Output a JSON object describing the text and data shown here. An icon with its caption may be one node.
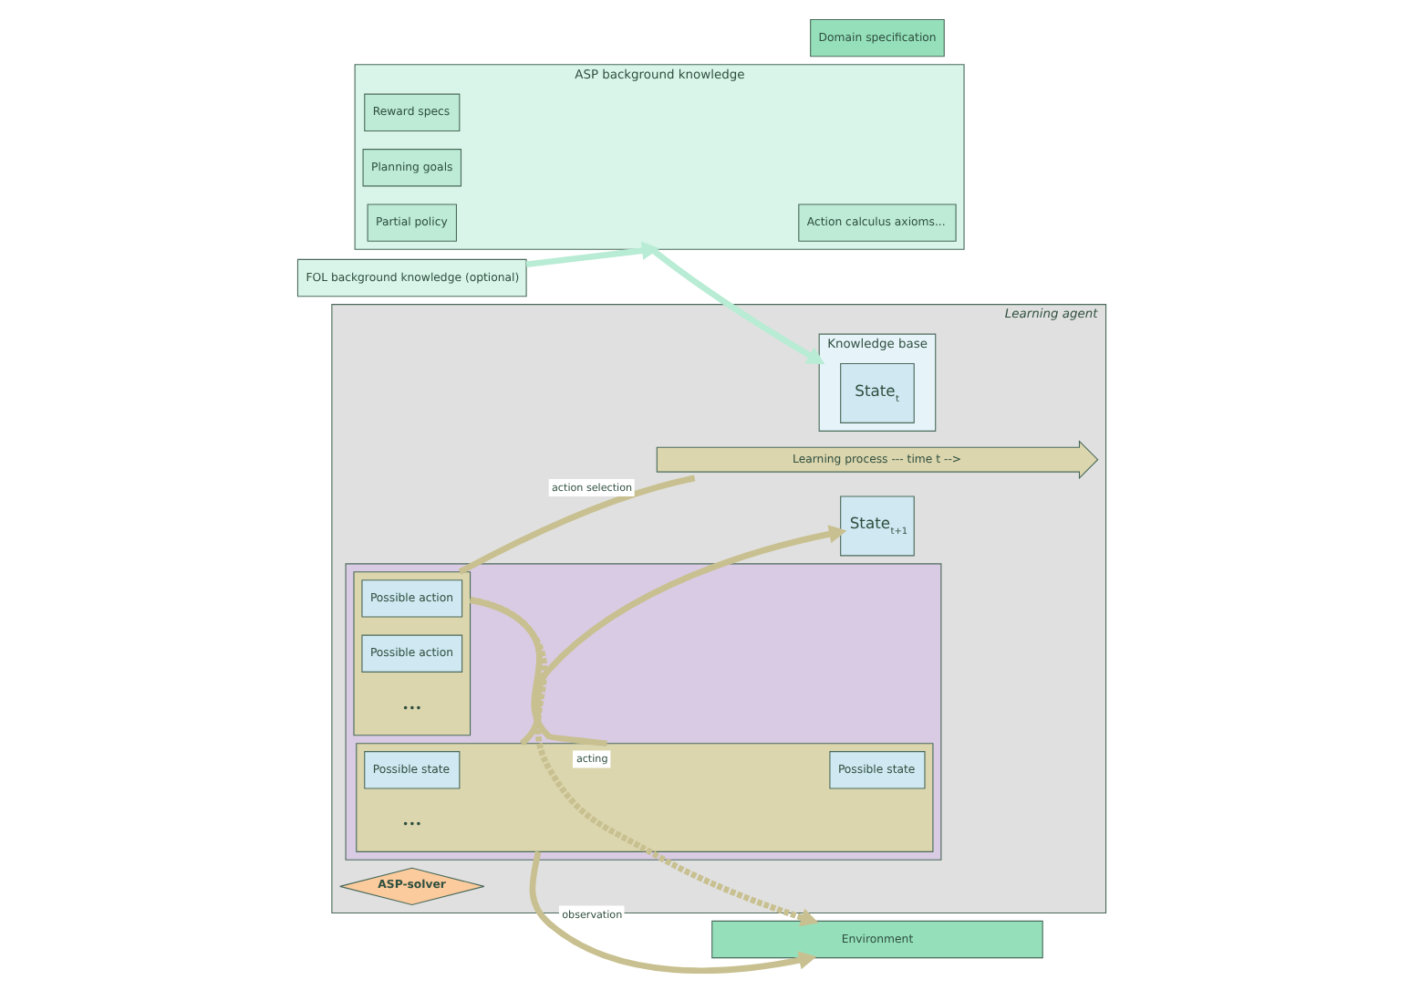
{
  "diagram": {
    "nodes": [
      {
        "text": [
          "ASP background knowledge"
        ]
      },
      {
        "text": [
          "Reward specs"
        ],
        "in": 0
      },
      {
        "text": [
          "Planning goals"
        ],
        "in": 0
      },
      {
        "text": [
          "Partial policy"
        ],
        "in": 0
      },
      {
        "text": [
          "Action calculus axioms..."
        ],
        "in": 0
      },
      {
        "text": [
          "Domain specification"
        ]
      },
      {
        "text": [
          "Environment"
        ]
      },
      {
        "text": [
          "FOL background knowledge (optional)"
        ]
      },
      {
        "text": [
          "Learning agent"
        ]
      },
      {
        "text": [
          "Knowledge base"
        ],
        "in": 8
      },
      {
        "text": [
          "State$_{t}$"
        ],
        "in": 9
      },
      {
        "text": [
          "ASP-solver"
        ],
        "in": 8
      },
      {
        "text": [],
        "shape": "box",
        "in": 8
      },
      {
        "text": [],
        "shape": "box",
        "in": 12
      },
      {
        "text": [
          "Possible action"
        ],
        "in": 13
      },
      {
        "text": [
          "Possible action"
        ],
        "in": 13
      },
      {
        "text": [],
        "shape": "box",
        "in": 12
      },
      {
        "text": [
          "Possible state"
        ],
        "in": 16
      },
      {
        "text": [
          "Possible state"
        ],
        "in": 16
      },
      {
        "text": [
          "State$_{t+1}$"
        ],
        "in": 8
      },
      {
        "text": [
          "Learning process --- time t -->"
        ],
        "in": 8
      }
    ],
    "edges": [
      {
        "from": 0,
        "to": 9,
        "arrow": "to",
        "color": "#b8ecd4"
      },
      {
        "from": 7,
        "to": 0,
        "arrow": "to",
        "color": "#b8ecd4"
      },
      {
        "from": 13,
        "to": 6,
        "arrow": "to",
        "label": "acting",
        "style": "dashed"
      },
      {
        "from": 16,
        "to": 6,
        "arrow": "to",
        "label": "observation"
      },
      {
        "from": 13,
        "to": 16,
        "arrow": "none"
      },
      {
        "from": 16,
        "to": 19,
        "arrow": "to"
      },
      {
        "from": 13,
        "to": 20,
        "arrow": "none",
        "label": "action selection"
      }
    ],
    "labels": [
      "•••",
      "•••"
    ]
  }
}
